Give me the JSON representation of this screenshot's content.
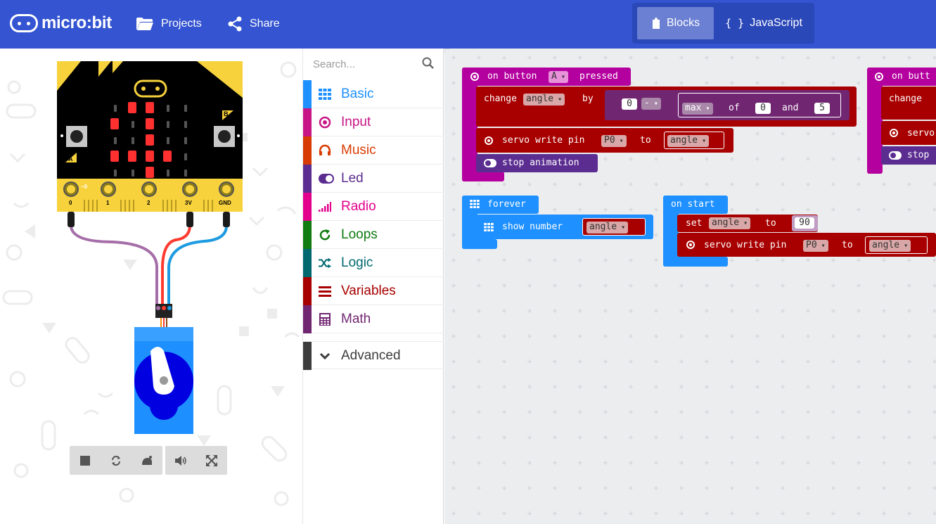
{
  "header": {
    "logo_text": "micro:bit",
    "projects_label": "Projects",
    "share_label": "Share",
    "blocks_label": "Blocks",
    "javascript_label": "JavaScript",
    "javascript_icon_text": "{ }"
  },
  "colors": {
    "header": "#3454d1",
    "basic": "#1e90ff",
    "input": "#c71585",
    "music": "#d83b01",
    "led": "#5c2d91",
    "radio": "#e3008c",
    "loops": "#107c10",
    "logic": "#006970",
    "variables": "#a80000",
    "math": "#712672",
    "advanced": "#3c3c3c",
    "servo_block": "#a80000",
    "event_block": "#b4009e",
    "basic_block": "#1e90ff"
  },
  "simulator": {
    "pin_labels": [
      "0",
      "1",
      "2",
      "3V",
      "GND"
    ],
    "button_a": "A",
    "button_b": "B",
    "pin0_mark": "~0",
    "controls": [
      "stop-icon",
      "restart-icon",
      "slowmo-icon",
      "mute-icon",
      "fullscreen-icon"
    ]
  },
  "toolbox": {
    "search_placeholder": "Search...",
    "categories": [
      {
        "label": "Basic",
        "icon": "grid-icon"
      },
      {
        "label": "Input",
        "icon": "input-icon"
      },
      {
        "label": "Music",
        "icon": "headphones-icon"
      },
      {
        "label": "Led",
        "icon": "toggle-icon"
      },
      {
        "label": "Radio",
        "icon": "signal-icon"
      },
      {
        "label": "Loops",
        "icon": "loop-icon"
      },
      {
        "label": "Logic",
        "icon": "shuffle-icon"
      },
      {
        "label": "Variables",
        "icon": "list-icon"
      },
      {
        "label": "Math",
        "icon": "calculator-icon"
      }
    ],
    "advanced_label": "Advanced"
  },
  "workspace": {
    "button_event": {
      "pre": "on button",
      "button": "A",
      "post": "pressed",
      "change": "change",
      "var": "angle",
      "by": "by",
      "zero": "0",
      "minus": "-",
      "max": "max",
      "of": "of",
      "arg1": "0",
      "and": "and",
      "arg2": "5",
      "servo": "servo write pin",
      "pin": "P0",
      "to": "to",
      "angle": "angle",
      "stop": "stop animation"
    },
    "button_event_2": {
      "pre": "on butt",
      "change": "change",
      "servo": "servo",
      "stop": "stop"
    },
    "forever": {
      "label": "forever",
      "show": "show number",
      "var": "angle"
    },
    "on_start": {
      "label": "on start",
      "set": "set",
      "var": "angle",
      "to": "to",
      "value": "90",
      "servo": "servo write pin",
      "pin": "P0",
      "to2": "to",
      "angle": "angle"
    }
  }
}
